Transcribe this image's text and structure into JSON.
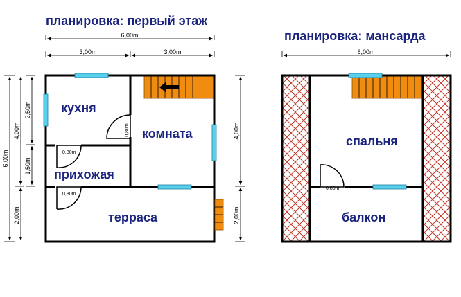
{
  "plans": {
    "first_floor": {
      "title": "планировка: первый этаж",
      "dims": {
        "total_width": "6,00m",
        "left_width": "3,00m",
        "right_width": "3,00m",
        "left_outer_height": "6,00m",
        "left_top_height": "4,00m",
        "kitchen_height": "2,50m",
        "hall_height": "1,50m",
        "terrace_height_left": "2,00m",
        "right_top_height": "4,00m",
        "terrace_height_right": "2,00m"
      },
      "rooms": {
        "kitchen": "кухня",
        "living_room": "комната",
        "hallway": "прихожая",
        "terrace": "терраса"
      },
      "doors": {
        "kitchen_hall": "0,80m",
        "room_door": "0,80m",
        "hall_terrace": "0,80m"
      }
    },
    "attic": {
      "title": "планировка: мансарда",
      "dims": {
        "total_width": "6,00m"
      },
      "rooms": {
        "bedroom": "спальня",
        "balcony": "балкон"
      },
      "doors": {
        "balcony_door": "0,80m"
      }
    }
  },
  "colors": {
    "text": "#1a237e",
    "window": "#5bd0ee",
    "stairs": "#f08c10",
    "roof_hatch": "#c0392b"
  }
}
